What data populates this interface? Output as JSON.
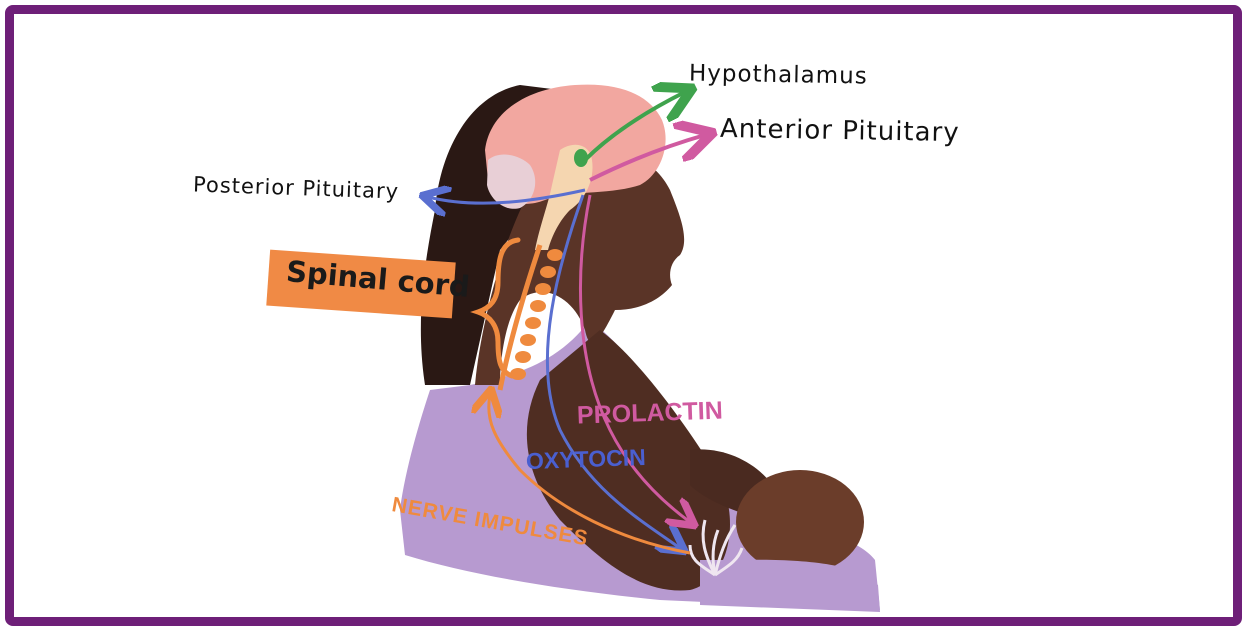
{
  "labels": {
    "hypothalamus": "Hypothalamus",
    "anterior_pituitary": "Anterior Pituitary",
    "posterior_pituitary": "Posterior Pituitary",
    "spinal_cord": "Spinal cord",
    "prolactin": "PROLACTIN",
    "oxytocin": "OXYTOCIN",
    "nerve_impulses": "NERVE IMPULSES"
  },
  "colors": {
    "frame": "#6e1f78",
    "hypothalamus_arrow": "#3fa34d",
    "anterior_arrow": "#d05aa0",
    "posterior_arrow": "#5a6fd0",
    "oxytocin": "#4a5fd0",
    "prolactin": "#d05aa0",
    "nerve": "#ef8a3e",
    "spinal_label_bg": "#f08a45",
    "skin": "#5a3427",
    "hair": "#2a1814",
    "shirt": "#b79ad0"
  }
}
